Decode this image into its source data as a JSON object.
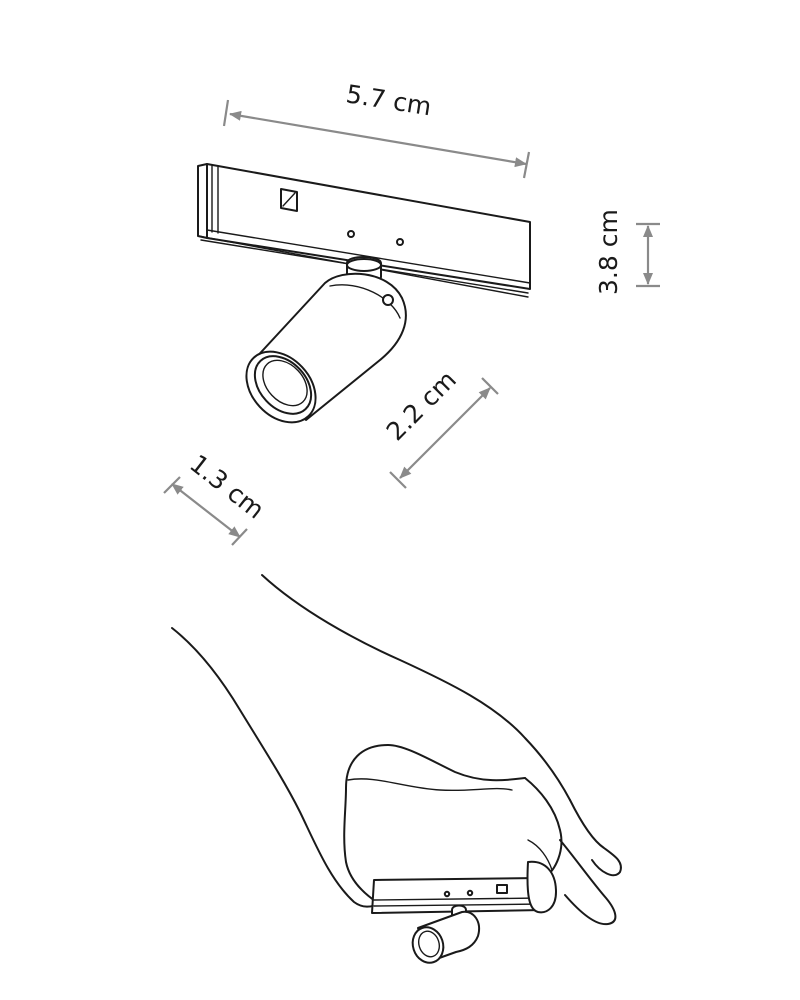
{
  "dimensions": {
    "width": "5.7 cm",
    "height": "3.8 cm",
    "head_length": "2.2 cm",
    "head_diameter": "1.3 cm"
  },
  "colors": {
    "ink": "#1a1a1a",
    "dimension_line": "#8a8a8a",
    "background": "#ffffff"
  }
}
